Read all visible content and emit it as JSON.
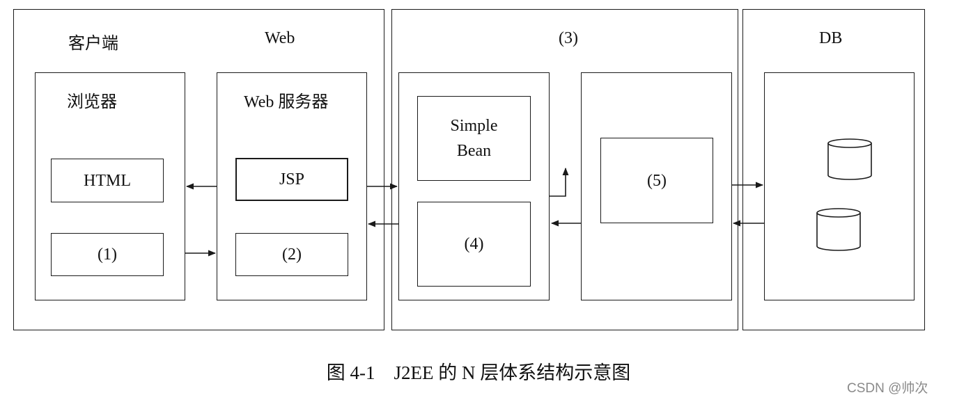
{
  "tiers": {
    "client_title": "客户端",
    "web_title": "Web",
    "middle_title": "(3)",
    "db_title": "DB"
  },
  "client": {
    "browser_title": "浏览器",
    "html_label": "HTML",
    "blank1_label": "(1)"
  },
  "web": {
    "server_title": "Web 服务器",
    "jsp_label": "JSP",
    "blank2_label": "(2)"
  },
  "middle": {
    "simple_bean_label": "Simple Bean",
    "blank4_label": "(4)",
    "blank5_label": "(5)"
  },
  "caption": "图 4-1　J2EE 的 N 层体系结构示意图",
  "watermark": "CSDN @帅次",
  "colors": {
    "line": "#1a1a1a",
    "text": "#111111",
    "watermark": "#8a8a8a"
  }
}
